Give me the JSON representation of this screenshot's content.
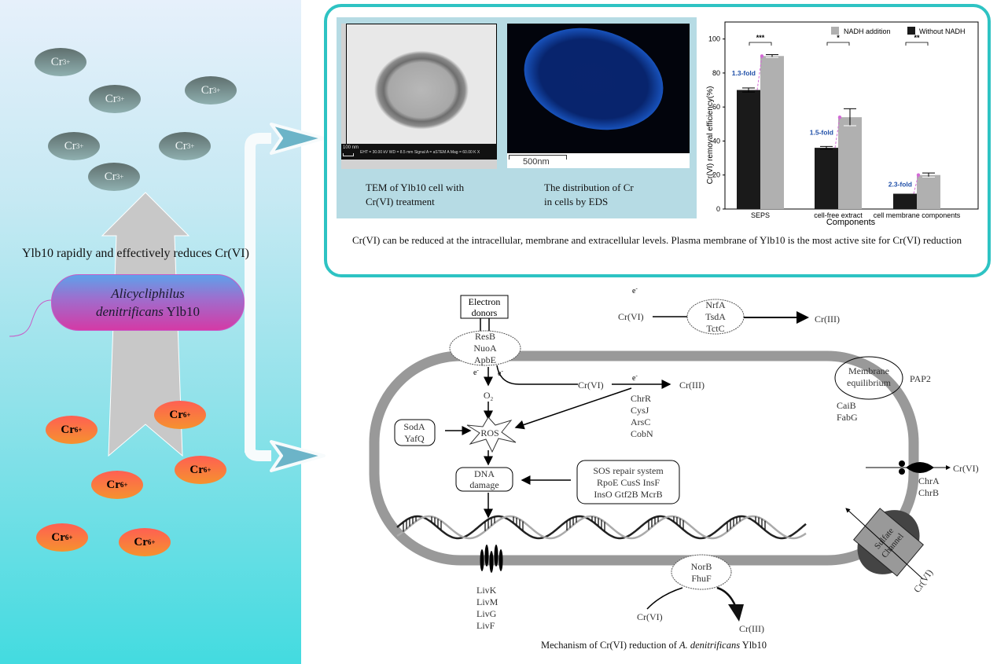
{
  "left_panel": {
    "cr3_ions": [
      "Cr3+",
      "Cr3+",
      "Cr3+",
      "Cr3+",
      "Cr3+",
      "Cr3+"
    ],
    "cr6_ions": [
      "Cr6+",
      "Cr6+",
      "Cr6+",
      "Cr6+",
      "Cr6+",
      "Cr6+"
    ],
    "ion_base": "Cr",
    "cr3_charge": "3+",
    "cr6_charge": "6+",
    "caption": "Ylb10 rapidly and effectively reduces Cr(VI)",
    "organism_line1": "Alicycliphilus",
    "organism_line2_italic": "denitrificans",
    "organism_line2_strain": " Ylb10",
    "colors": {
      "cr3": "#6f8584",
      "cr6": "#f8704a",
      "bacterium_top": "#5fa0ea",
      "bacterium_bottom": "#d43aa6"
    }
  },
  "top_panel": {
    "tem_scale": "100 nm",
    "tem_info": "EHT = 30.00 kV   WD = 8.5 mm   Signal A = aSTEM A   Mag = 60.00 K X",
    "eds_scale": "500nm",
    "tem_caption_1": "TEM of Ylb10 cell with",
    "tem_caption_2": "Cr(VI) treatment",
    "eds_caption_1": "The distribution of Cr",
    "eds_caption_2": "in cells by EDS",
    "summary": "Cr(VI) can be reduced at the intracellular, membrane and extracellular levels. Plasma membrane of Ylb10 is the most active site for Cr(VI) reduction",
    "border_color": "#2ec3c3"
  },
  "chart_data": {
    "type": "bar",
    "title": "",
    "xlabel": "Components",
    "ylabel": "Cr(VI) removal efficiency(%)",
    "ylim": [
      0,
      110
    ],
    "yticks": [
      0,
      20,
      40,
      60,
      80,
      100
    ],
    "categories": [
      "SEPS",
      "cell-free extract",
      "cell membrane components"
    ],
    "series": [
      {
        "name": "Without NADH",
        "color": "#1a1a1a",
        "values": [
          70,
          36,
          9
        ],
        "errors": [
          1.2,
          0.8,
          0
        ]
      },
      {
        "name": "NADH addition",
        "color": "#b0b0b0",
        "values": [
          90,
          54,
          20
        ],
        "errors": [
          0.8,
          5,
          1.2
        ]
      }
    ],
    "legend": [
      "NADH addition",
      "Without NADH"
    ],
    "legend_position": "top-right",
    "significance": [
      "***",
      "*",
      "**"
    ],
    "fold_labels": [
      "1.3-fold",
      "1.5-fold",
      "2.3-fold"
    ],
    "fold_color": "#1f4fa8",
    "arrow_color": "#d36ad6",
    "grid": false
  },
  "mechanism": {
    "electron_donors_1": "Electron",
    "electron_donors_2": "donors",
    "resb": "ResB",
    "nuoa": "NuoA",
    "apbe": "ApbE",
    "electron": "e",
    "electron_sup": "-",
    "o2": "O",
    "o2_sub": "2",
    "ros": "ROS",
    "soda": "SodA",
    "yafq": "YafQ",
    "dna_damage_1": "DNA",
    "dna_damage_2": "damage",
    "sos_1": "SOS repair system",
    "sos_2": "RpoE CusS InsF",
    "sos_3": "InsO Gtf2B McrB",
    "cr6": "Cr(VI)",
    "cr3": "Cr(III)",
    "chr_enzymes": [
      "ChrR",
      "CysJ",
      "ArsC",
      "CobN"
    ],
    "ext_enzymes": [
      "NrfA",
      "TsdA",
      "TctC"
    ],
    "membrane_eq_1": "Membrane",
    "membrane_eq_2": "equilibrium",
    "pap2": "PAP2",
    "caib": "CaiB",
    "fabg": "FabG",
    "chra": "ChrA",
    "chrb": "ChrB",
    "sulfate_1": "Sulfate",
    "sulfate_2": "Channel",
    "norb": "NorB",
    "fhuf": "FhuF",
    "liv": [
      "LivK",
      "LivM",
      "LivG",
      "LivF"
    ],
    "caption_pre": "Mechanism of Cr(VI) reduction of ",
    "caption_italic": "A. denitrificans",
    "caption_post": " Ylb10"
  }
}
